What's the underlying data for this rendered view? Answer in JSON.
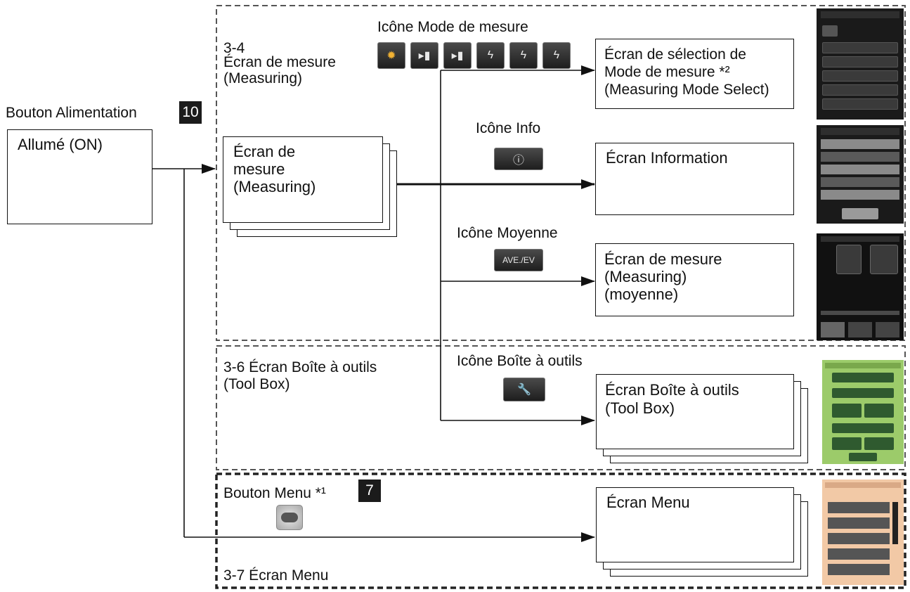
{
  "power": {
    "label": "Bouton Alimentation",
    "badge": "10",
    "on_box": "Allumé (ON)"
  },
  "section_measuring": {
    "number": "3-4",
    "title": "Écran de mesure",
    "subtitle": "(Measuring)",
    "stack_line1": "Écran de",
    "stack_line2": "mesure",
    "stack_line3": "(Measuring)"
  },
  "mode_icons": {
    "label": "Icône Mode de mesure",
    "target_line1": "Écran de sélection de",
    "target_line2": "Mode de mesure *²",
    "target_line3": "(Measuring Mode Select)"
  },
  "info_icon": {
    "label": "Icône Info",
    "target": "Écran Information"
  },
  "average_icon": {
    "label": "Icône Moyenne",
    "button_text": "AVE./EV",
    "target_line1": "Écran de mesure",
    "target_line2": "(Measuring)",
    "target_line3": "(moyenne)"
  },
  "section_toolbox": {
    "title_line1": "3-6 Écran Boîte à outils",
    "title_line2": "(Tool Box)",
    "icon_label": "Icône Boîte à outils",
    "target_line1": "Écran Boîte à outils",
    "target_line2": "(Tool Box)"
  },
  "section_menu": {
    "button_label": "Bouton Menu *¹",
    "badge": "7",
    "target": "Écran Menu",
    "footer": "3-7 Écran Menu"
  },
  "colors": {
    "dashed_border": "#555555",
    "badge_bg": "#1b1b1b",
    "toolbox_screen": "#9ccb6a",
    "menu_screen": "#f2c9a6",
    "device_screen": "#1a1a1a"
  }
}
